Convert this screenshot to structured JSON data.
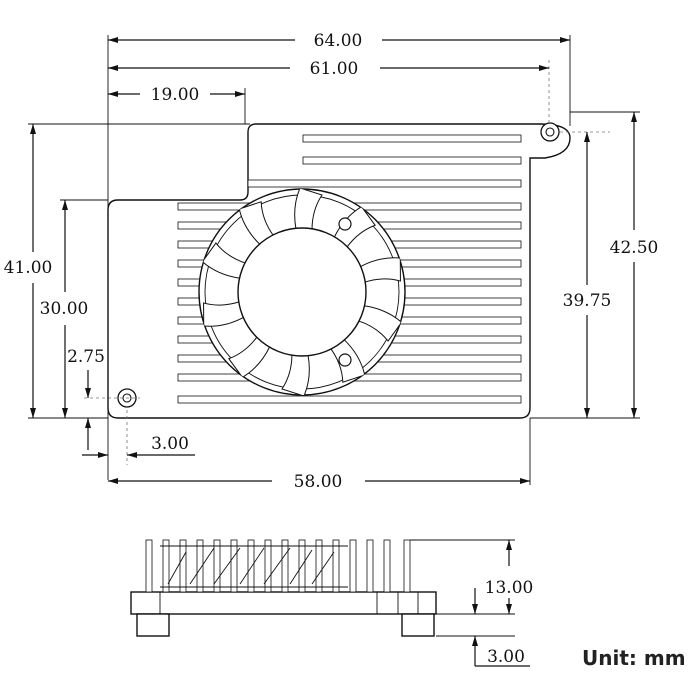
{
  "dimensions": {
    "overall_width": "64.00",
    "hole_to_hole_width": "61.00",
    "notch_width": "19.00",
    "overall_height": "41.00",
    "lower_body_height": "30.00",
    "left_hole_offset_y": "2.75",
    "right_side_height": "42.50",
    "right_hole_height": "39.75",
    "left_hole_offset_x": "3.00",
    "body_width": "58.00",
    "side_height": "13.00",
    "base_thickness": "3.00"
  },
  "unit_label": "Unit:  mm"
}
